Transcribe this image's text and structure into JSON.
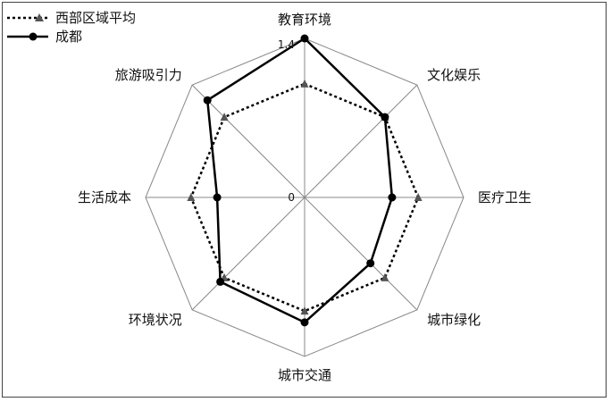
{
  "chart_data": {
    "type": "radar",
    "axes": [
      "教育环境",
      "文化娱乐",
      "医疗卫生",
      "城市绿化",
      "城市交通",
      "环境状况",
      "生活成本",
      "旅游吸引力"
    ],
    "range": [
      0,
      1.4
    ],
    "tick_labels": {
      "min": "0",
      "max": "1.4"
    },
    "gridlines": true,
    "legend_position": "top-left",
    "series": [
      {
        "name": "西部区域平均",
        "values": [
          1.0,
          1.0,
          1.0,
          1.0,
          1.0,
          1.0,
          1.0,
          1.0
        ],
        "color": "#000000",
        "line_style": "dotted",
        "marker": "triangle",
        "marker_color": "#555555"
      },
      {
        "name": "成都",
        "values": [
          1.4,
          1.0,
          0.77,
          0.82,
          1.1,
          1.05,
          0.77,
          1.21
        ],
        "color": "#000000",
        "line_style": "solid",
        "marker": "circle",
        "marker_color": "#000000"
      }
    ]
  }
}
